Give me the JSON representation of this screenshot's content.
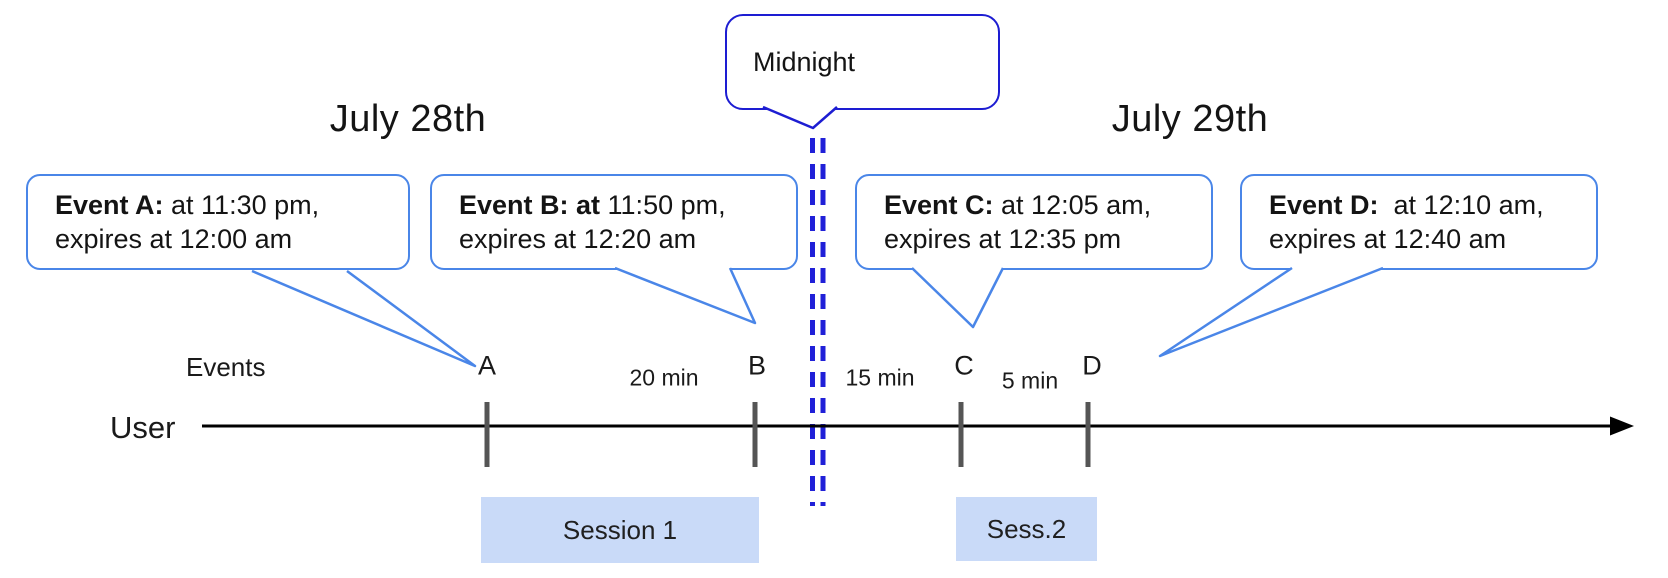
{
  "diagram": {
    "dates": {
      "left": "July 28th",
      "right": "July 29th"
    },
    "midnight": {
      "label": "Midnight"
    },
    "events": [
      {
        "id": "A",
        "bold": "Event A:",
        "rest": " at 11:30 pm,",
        "line2": "expires at 12:00 am"
      },
      {
        "id": "B",
        "bold": "Event B: at",
        "rest": " 11:50 pm,",
        "line2": "expires at 12:20 am"
      },
      {
        "id": "C",
        "bold": "Event C:",
        "rest": " at 12:05 am,",
        "line2": "expires at 12:35 pm"
      },
      {
        "id": "D",
        "bold": "Event D:",
        "rest": "  at 12:10 am,",
        "line2": "expires at 12:40 am"
      }
    ],
    "timeline": {
      "events_label": "Events",
      "row_label": "User",
      "ticks": [
        {
          "label": "A"
        },
        {
          "label": "B"
        },
        {
          "label": "C"
        },
        {
          "label": "D"
        }
      ],
      "durations": [
        {
          "label": "20 min"
        },
        {
          "label": "15 min"
        },
        {
          "label": "5 min"
        }
      ]
    },
    "sessions": [
      {
        "label": "Session 1"
      },
      {
        "label": "Sess.2"
      }
    ],
    "colors": {
      "event_bubble_border": "#4a86e8",
      "midnight_border": "#1d1dd2",
      "dashed_line": "#2020d8",
      "session_fill": "#c9daf8",
      "tick": "#555555",
      "timeline": "#000000"
    }
  }
}
